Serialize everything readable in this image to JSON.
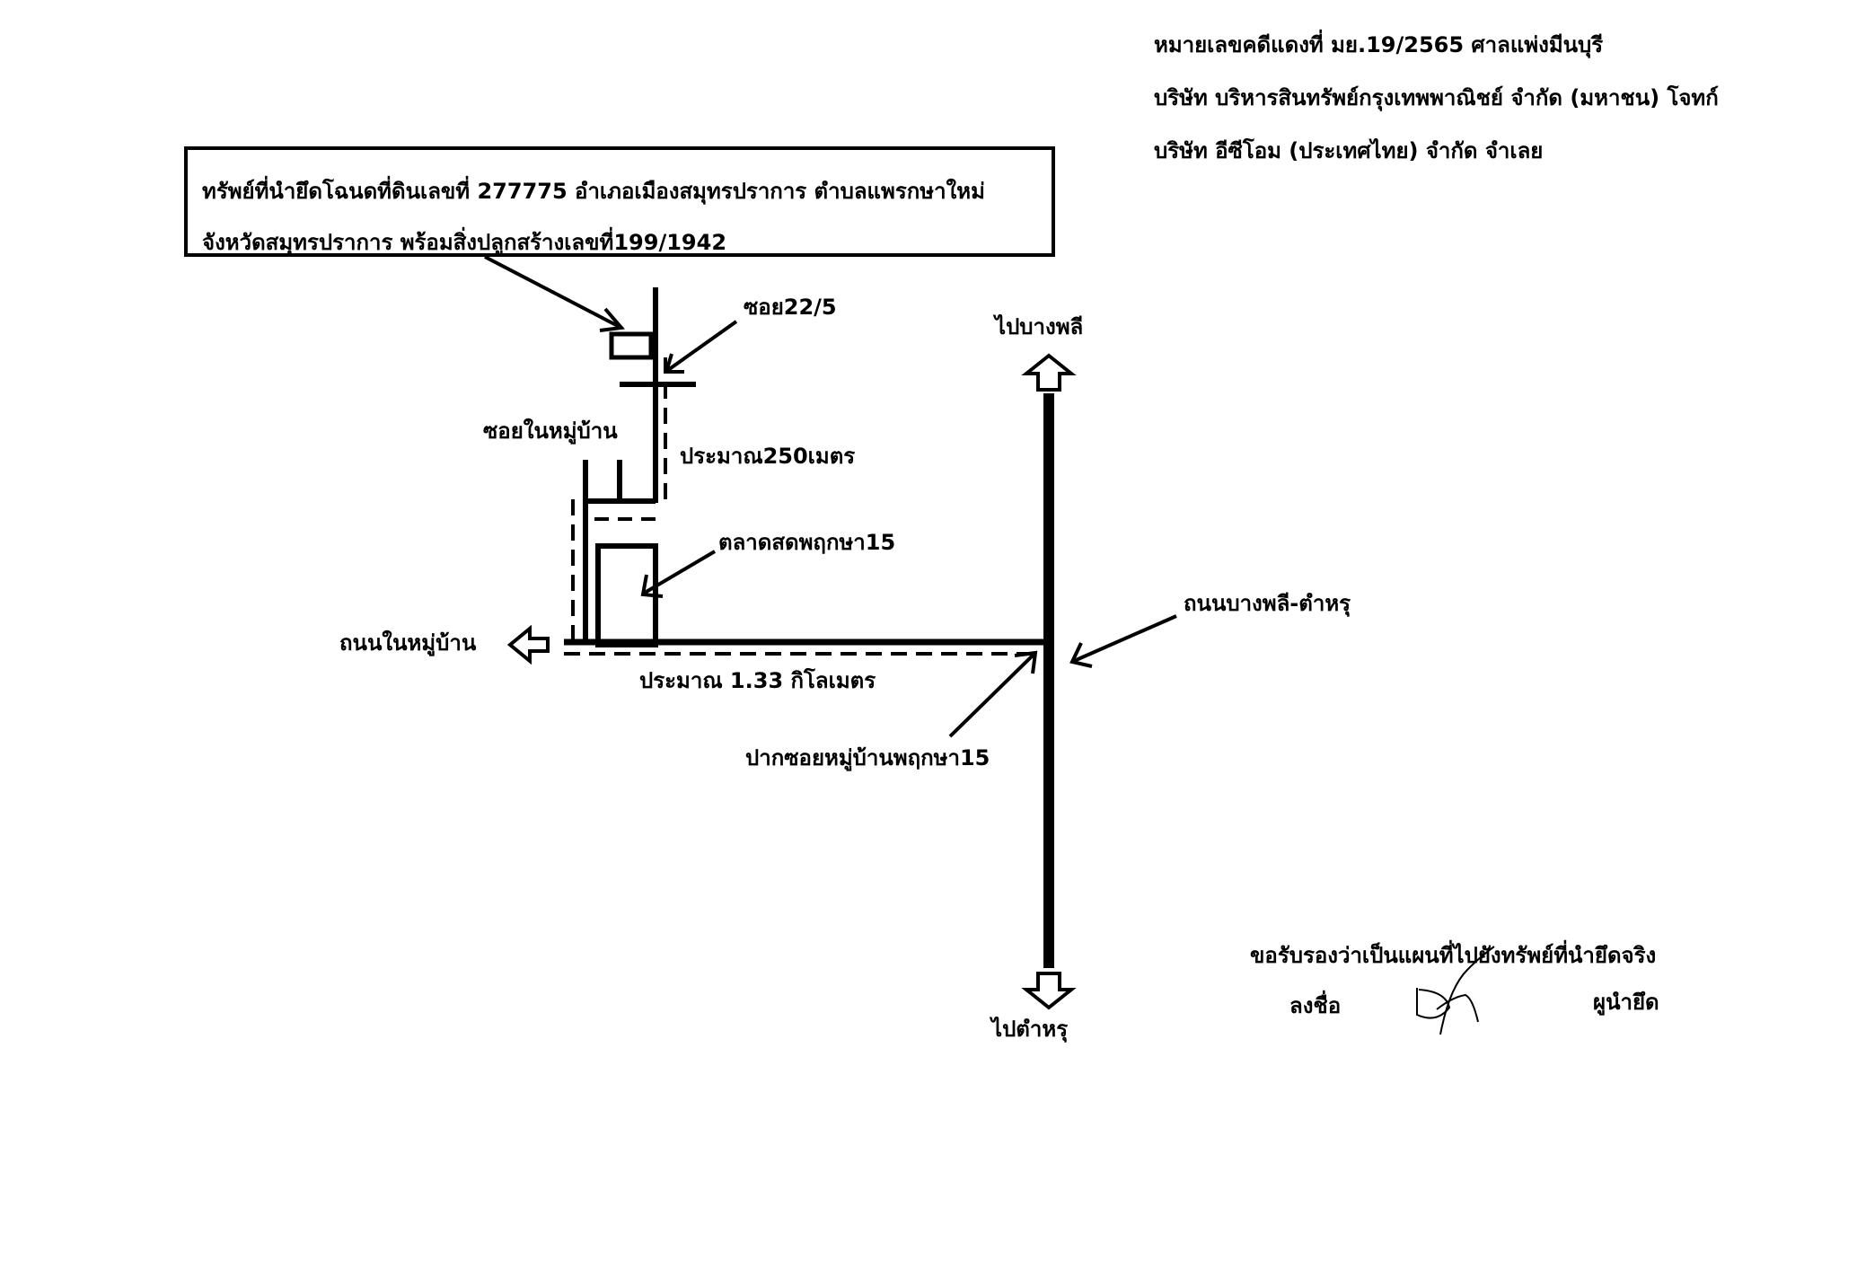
{
  "header": {
    "line1": "หมายเลขคดีแดงที่ มย.19/2565 ศาลแพ่งมีนบุรี",
    "line2": "บริษัท บริหารสินทรัพย์กรุงเทพพาณิชย์ จำกัด (มหาชน) โจทก์",
    "line3": "บริษัท อีซีโอม (ประเทศไทย) จำกัด จำเลย"
  },
  "property": {
    "line1": "ทรัพย์ที่นำยึดโฉนดที่ดินเลขที่ 277775 อำเภอเมืองสมุทรปราการ ตำบลแพรกษาใหม่",
    "line2": "จังหวัดสมุทรปราการ พร้อมสิ่งปลูกสร้างเลขที่199/1942"
  },
  "labels": {
    "soi": "ซอย22/5",
    "village_soi": "ซอยในหมู่บ้าน",
    "approx_250": "ประมาณ250เมตร",
    "market": "ตลาดสดพฤกษา15",
    "village_road": "ถนนในหมู่บ้าน",
    "approx_133": "ประมาณ 1.33 กิโลเมตร",
    "soi_entrance": "ปากซอยหมู่บ้านพฤกษา15",
    "main_road": "ถนนบางพลี-ตำหรุ",
    "to_bangphli": "ไปบางพลี",
    "to_tamru": "ไปตำหรุ"
  },
  "certification": {
    "statement": "ขอรับรองว่าเป็นแผนที่ไปยังทรัพย์ที่นำยึดจริง",
    "sign_label": "ลงชื่อ",
    "role": "ผูนำยึด"
  },
  "colors": {
    "ink": "#000000",
    "background": "#ffffff"
  }
}
